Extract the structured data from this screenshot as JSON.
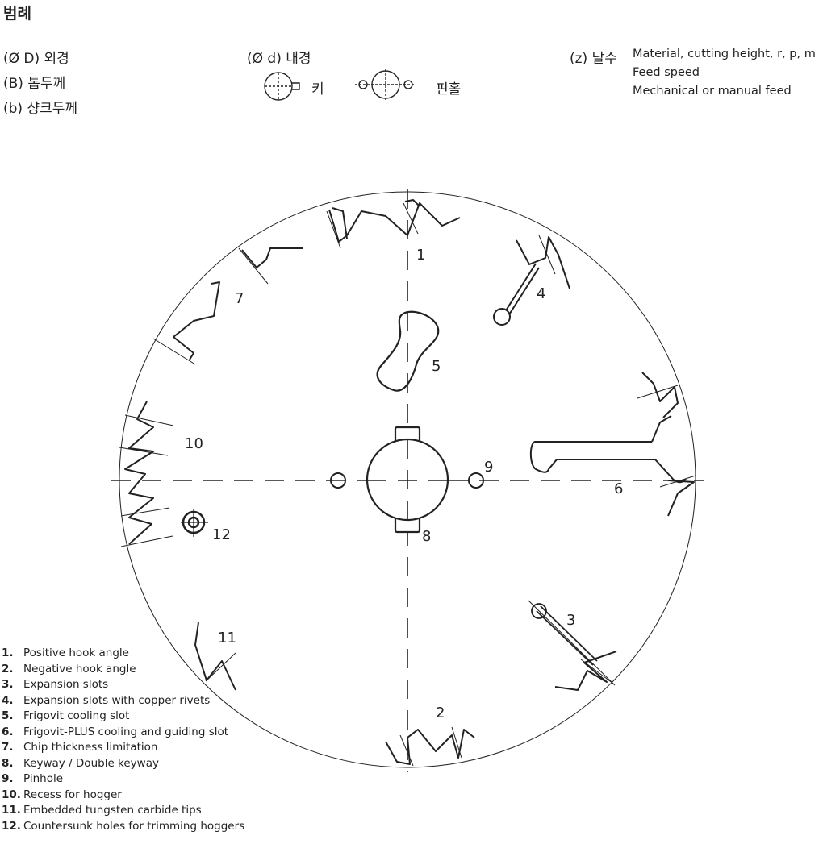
{
  "header": {
    "title": "범례"
  },
  "legend": {
    "outer_diameter": "(Ø D) 외경",
    "top_thickness": "(B) 톱두께",
    "shank_thickness": "(b) 샹크두께",
    "inner_diameter": "(Ø d) 내경",
    "key": "키",
    "pinhole": "핀홀",
    "teeth": "(z) 날수",
    "teeth_notes": [
      "Material, cutting height, r, p, m",
      "Feed speed",
      "Mechanical or manual feed"
    ]
  },
  "diagram": {
    "labels": [
      "1",
      "2",
      "3",
      "4",
      "5",
      "6",
      "7",
      "8",
      "9",
      "10",
      "11",
      "12"
    ]
  },
  "notes": [
    {
      "num": "1.",
      "text": "Positive hook angle"
    },
    {
      "num": "2.",
      "text": "Negative hook angle"
    },
    {
      "num": "3.",
      "text": "Expansion slots"
    },
    {
      "num": "4.",
      "text": "Expansion slots with copper rivets"
    },
    {
      "num": "5.",
      "text": "Frigovit cooling slot"
    },
    {
      "num": "6.",
      "text": "Frigovit-PLUS cooling and guiding slot"
    },
    {
      "num": "7.",
      "text": "Chip thickness limitation"
    },
    {
      "num": "8.",
      "text": "Keyway / Double keyway"
    },
    {
      "num": "9.",
      "text": "Pinhole"
    },
    {
      "num": "10.",
      "text": "Recess for hogger"
    },
    {
      "num": "11.",
      "text": "Embedded tungsten carbide tips"
    },
    {
      "num": "12.",
      "text": "Countersunk holes for trimming hoggers"
    }
  ]
}
